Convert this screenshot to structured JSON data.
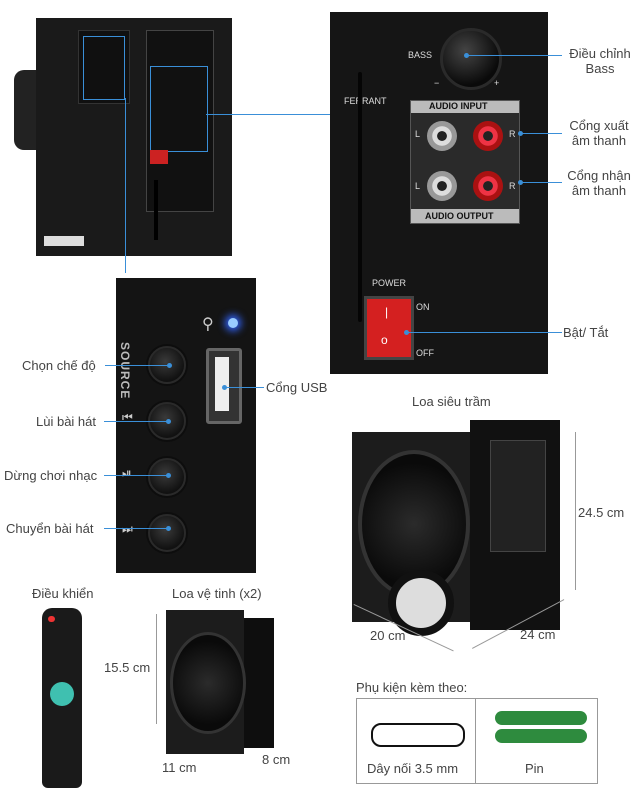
{
  "labels": {
    "bass": "Điều chỉnh Bass",
    "audio_out_port": "Cổng xuất âm thanh",
    "audio_in_port": "Cổng nhận âm thanh",
    "power_toggle": "Bật/ Tắt",
    "mode_select": "Chọn chế độ",
    "usb_port": "Cổng USB",
    "prev_track": "Lùi bài hát",
    "stop_play": "Dừng chơi nhạc",
    "next_track": "Chuyển bài hát",
    "subwoofer": "Loa siêu trầm",
    "remote": "Điều khiển",
    "satellite": "Loa vệ tinh (x2)",
    "accessories": "Phụ kiện kèm theo:",
    "cable": "Dây nối 3.5 mm",
    "battery": "Pin"
  },
  "panel_text": {
    "bass": "BASS",
    "minus": "−",
    "plus": "+",
    "ferrite": "FERRANT",
    "audio_input": "AUDIO INPUT",
    "audio_output": "AUDIO OUTPUT",
    "l": "L",
    "r": "R",
    "power": "POWER",
    "on": "ON",
    "off": "OFF",
    "source": "SOURCE"
  },
  "dimensions": {
    "sub_height": "24.5 cm",
    "sub_width": "20 cm",
    "sub_depth": "24 cm",
    "sat_height": "15.5 cm",
    "sat_width": "11 cm",
    "sat_depth": "8 cm"
  },
  "colors": {
    "accent_line": "#3a8fd8",
    "panel_dark": "#151515",
    "power_red": "#d42020"
  }
}
